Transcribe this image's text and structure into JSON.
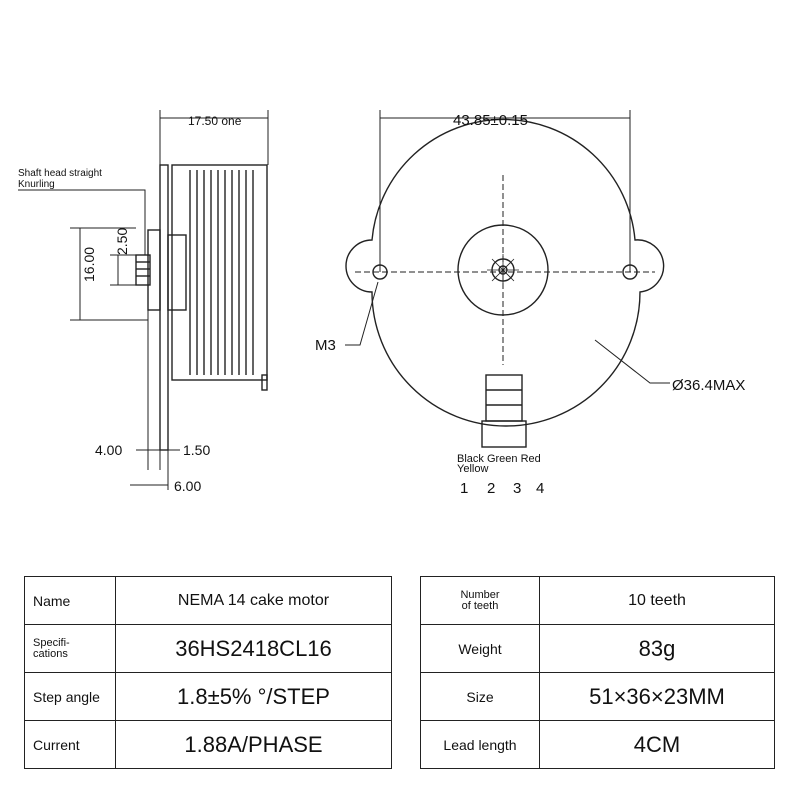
{
  "side_view": {
    "dim_top": "17.50 one",
    "shaft_note_line1": "Shaft head straight",
    "shaft_note_line2": "Knurling",
    "dim_2_50": "2.50",
    "dim_16_00": "16.00",
    "dim_4_00": "4.00",
    "dim_1_50": "1.50",
    "dim_6_00": "6.00"
  },
  "front_view": {
    "dim_width": "43.85±0.15",
    "hole_label": "M3",
    "diameter_label": "Ø36.4MAX",
    "wire_colors_line1": "Black Green Red",
    "wire_colors_line2": "Yellow",
    "pins": [
      "1",
      "2",
      "3",
      "4"
    ]
  },
  "spec_left": [
    {
      "label": "Name",
      "value": "NEMA 14 cake motor"
    },
    {
      "label": "Specifi-\ncations",
      "value": "36HS2418CL16"
    },
    {
      "label": "Step angle",
      "value": "1.8±5% °/STEP"
    },
    {
      "label": "Current",
      "value": "1.88A/PHASE"
    }
  ],
  "spec_right": [
    {
      "label": "Number\nof teeth",
      "value": "10 teeth"
    },
    {
      "label": "Weight",
      "value": "83g"
    },
    {
      "label": "Size",
      "value": "51×36×23MM"
    },
    {
      "label": "Lead length",
      "value": "4CM"
    }
  ]
}
